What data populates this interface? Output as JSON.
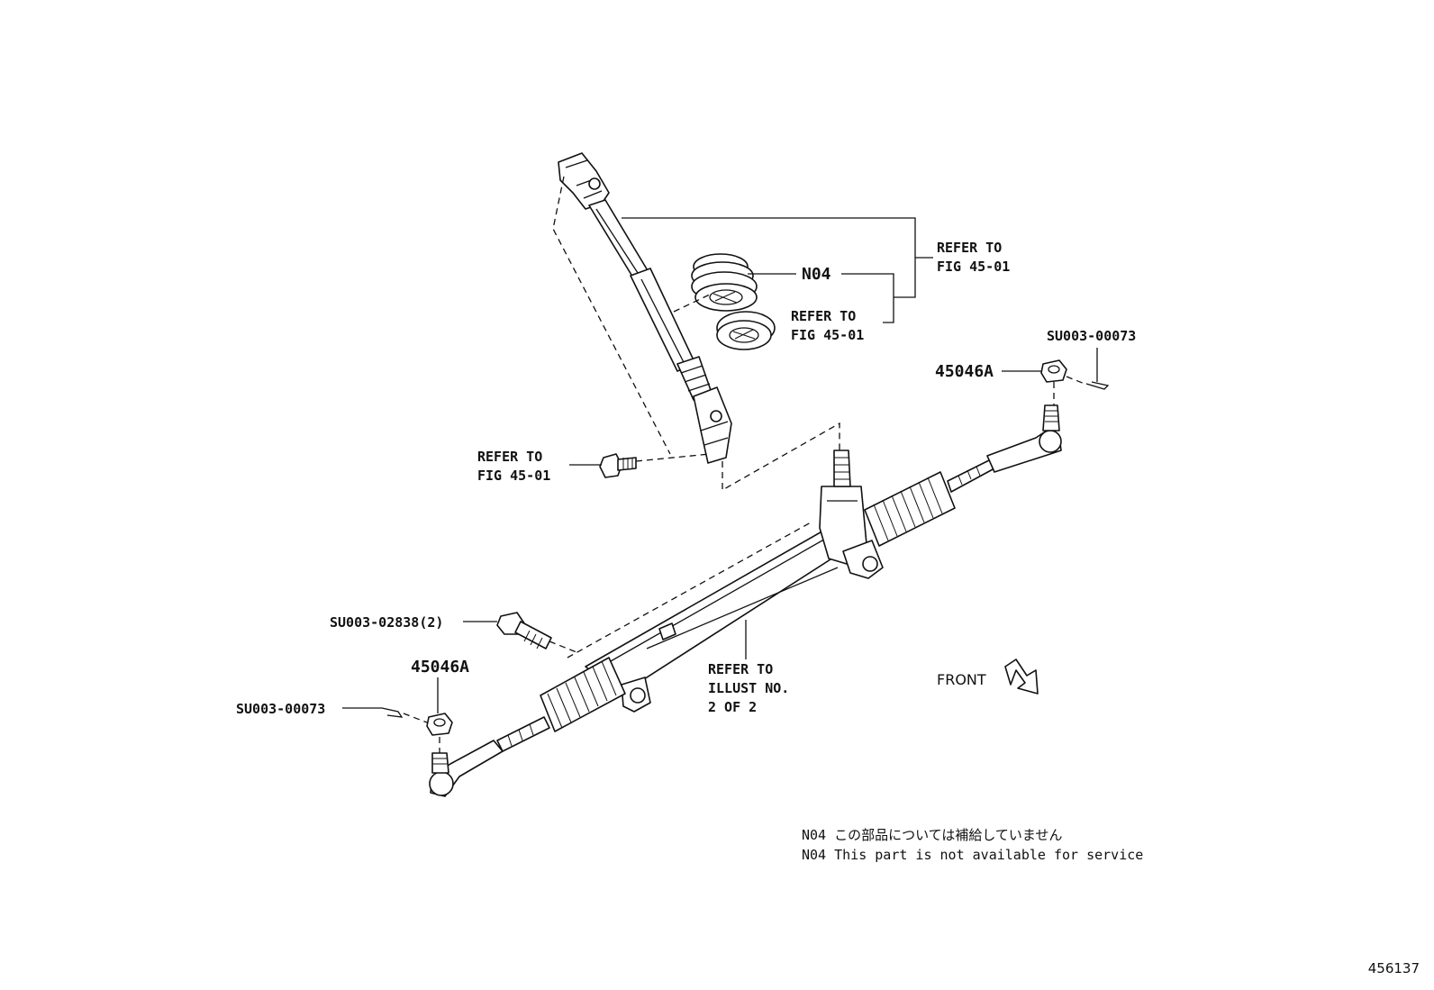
{
  "labels": {
    "refer_fig_top_1": "REFER TO",
    "refer_fig_top_2": "FIG 45-01",
    "n04_callout": "N04",
    "refer_fig_mid_1": "REFER TO",
    "refer_fig_mid_2": "FIG 45-01",
    "su_right": "SU003-00073",
    "part_right": "45046A",
    "refer_fig_left_1": "REFER TO",
    "refer_fig_left_2": "FIG 45-01",
    "su_bolt": "SU003-02838(2)",
    "part_left": "45046A",
    "su_left": "SU003-00073",
    "refer_illust_1": "REFER TO",
    "refer_illust_2": "ILLUST NO.",
    "refer_illust_3": "2 OF 2",
    "front": "FRONT"
  },
  "notes": {
    "note_jp": "N04 この部品については補給していません",
    "note_en": "N04 This part is not available for service"
  },
  "figure_id": "456137",
  "colors": {
    "line": "#111111",
    "background": "#ffffff"
  }
}
